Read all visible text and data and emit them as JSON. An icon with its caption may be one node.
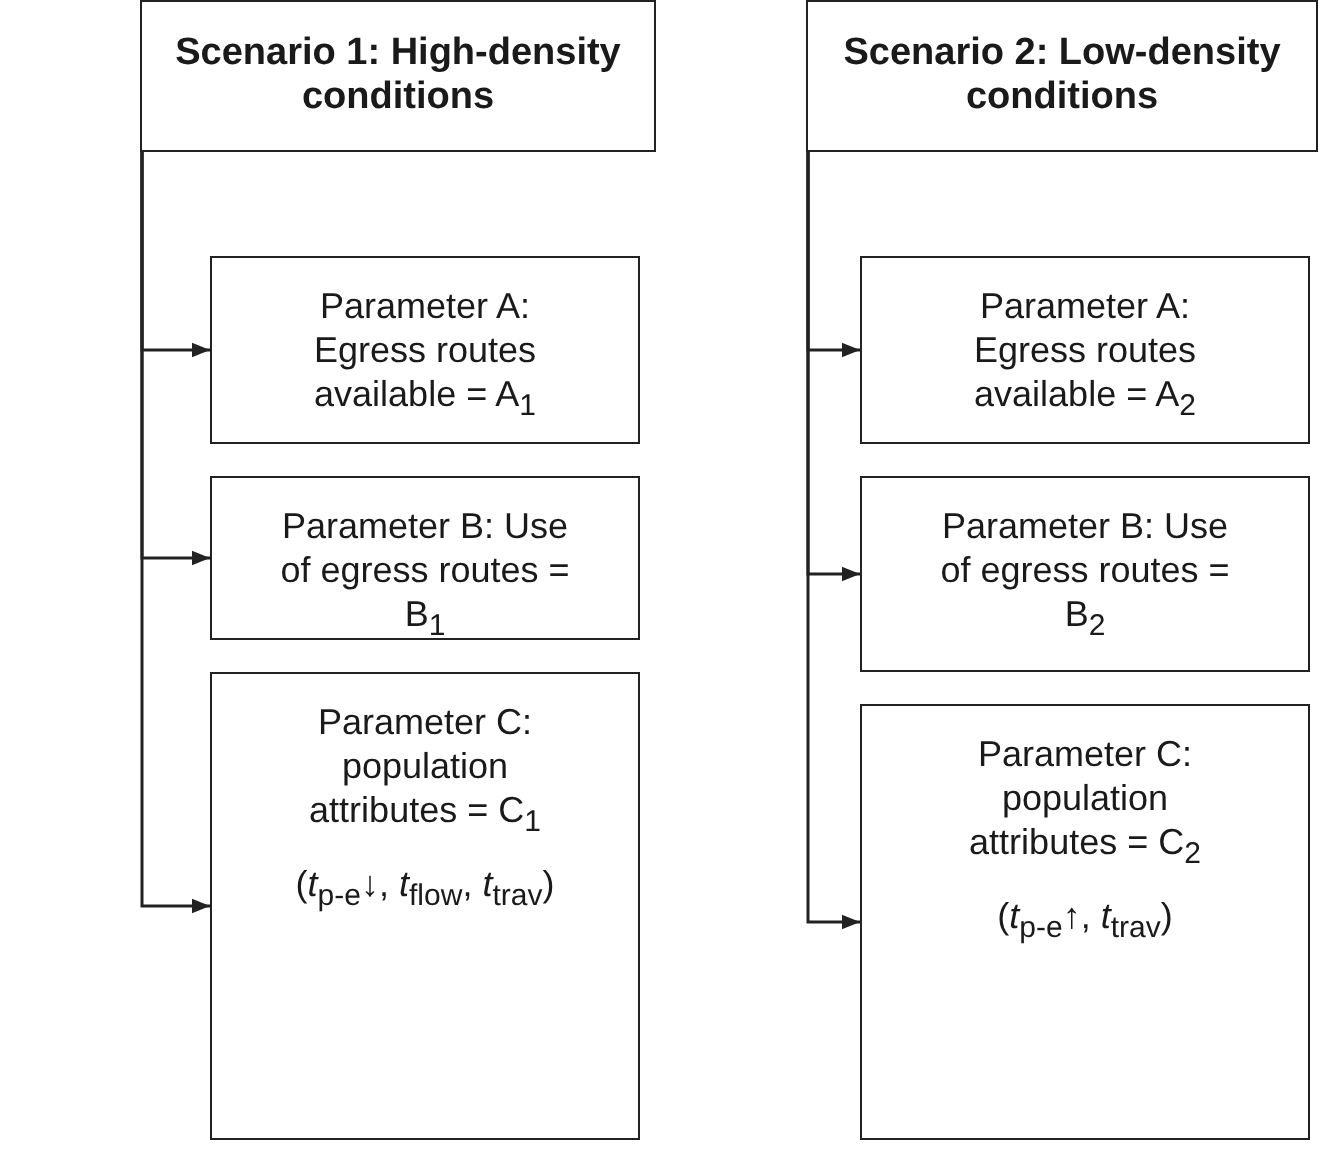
{
  "diagram": {
    "nodes": [
      {
        "text": [
          "Scenario 1: High-density conditions"
        ]
      },
      {
        "text": [
          "Parameter A: Egress routes available = A$_{1}$"
        ]
      },
      {
        "text": [
          "Parameter B: Use of egress routes = B$_{1}$"
        ]
      },
      {
        "text": [
          "Parameter C: population attributes = C$_{1}$",
          "(*t*$_{p-e}$↓, *t*$_{flow}$, *t*$_{trav}$)"
        ]
      },
      {
        "text": [
          "Scenario 2: Low-density conditions"
        ]
      },
      {
        "text": [
          "Parameter A: Egress routes available = A$_{2}$"
        ]
      },
      {
        "text": [
          "Parameter B: Use of egress routes = B$_{2}$"
        ]
      },
      {
        "text": [
          "Parameter C: population attributes = C$_{2}$",
          "(*t*$_{p-e}$↑, *t*$_{trav}$)"
        ]
      }
    ],
    "edges": [
      {
        "from": 0,
        "to": 1,
        "arrow": "to"
      },
      {
        "from": 0,
        "to": 2,
        "arrow": "to"
      },
      {
        "from": 0,
        "to": 3,
        "arrow": "to"
      },
      {
        "from": 4,
        "to": 5,
        "arrow": "to"
      },
      {
        "from": 4,
        "to": 6,
        "arrow": "to"
      },
      {
        "from": 4,
        "to": 7,
        "arrow": "to"
      }
    ]
  }
}
